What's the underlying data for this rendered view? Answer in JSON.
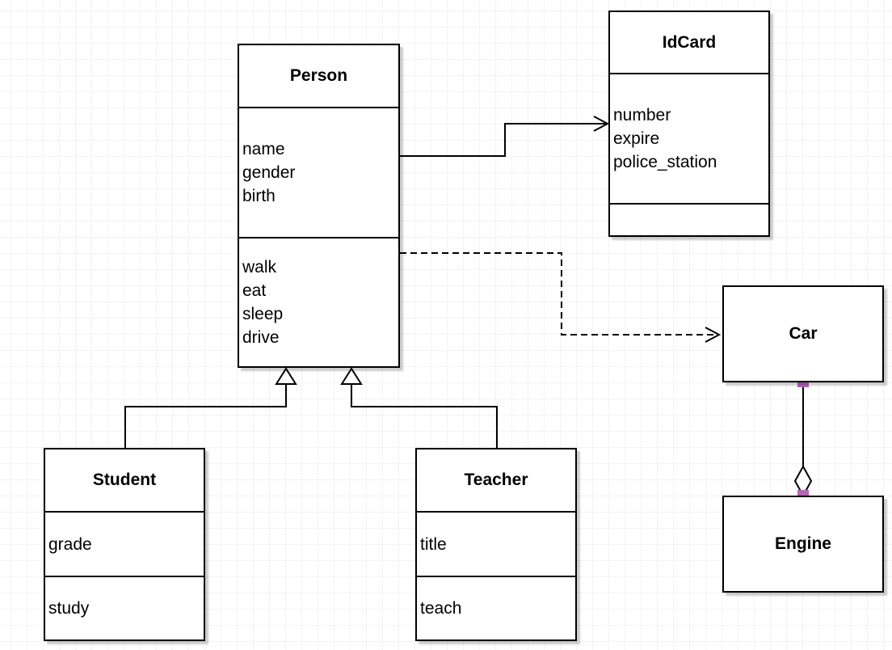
{
  "diagram": {
    "type": "uml-class-diagram",
    "classes": [
      {
        "name": "Person",
        "attributes": [
          "name",
          "gender",
          "birth"
        ],
        "methods": [
          "walk",
          "eat",
          "sleep",
          "drive"
        ]
      },
      {
        "name": "IdCard",
        "attributes": [
          "number",
          "expire",
          "police_station"
        ],
        "methods": []
      },
      {
        "name": "Car",
        "attributes": [],
        "methods": []
      },
      {
        "name": "Engine",
        "attributes": [],
        "methods": []
      },
      {
        "name": "Student",
        "attributes": [
          "grade"
        ],
        "methods": [
          "study"
        ]
      },
      {
        "name": "Teacher",
        "attributes": [
          "title"
        ],
        "methods": [
          "teach"
        ]
      }
    ],
    "edges": [
      {
        "type": "association",
        "from": "Person",
        "to": "IdCard",
        "line": "solid",
        "arrow": "open"
      },
      {
        "type": "dependency",
        "from": "Person",
        "to": "Car",
        "line": "dashed",
        "arrow": "open"
      },
      {
        "type": "generalization",
        "from": "Student",
        "to": "Person",
        "line": "solid",
        "arrow": "hollow-triangle"
      },
      {
        "type": "generalization",
        "from": "Teacher",
        "to": "Person",
        "line": "solid",
        "arrow": "hollow-triangle"
      },
      {
        "type": "aggregation",
        "from": "Car",
        "to": "Engine",
        "line": "solid",
        "arrow": "hollow-diamond",
        "diamond_at": "Engine",
        "endpoint_markers": "purple-squares"
      }
    ],
    "colors": {
      "stroke": "#000000",
      "shape_fill": "#ffffff",
      "connection_point": "#b764b7",
      "grid_line": "#f3f3f3",
      "canvas_background": "#ffffff",
      "shadow": "rgba(0,0,0,0.2)"
    }
  }
}
